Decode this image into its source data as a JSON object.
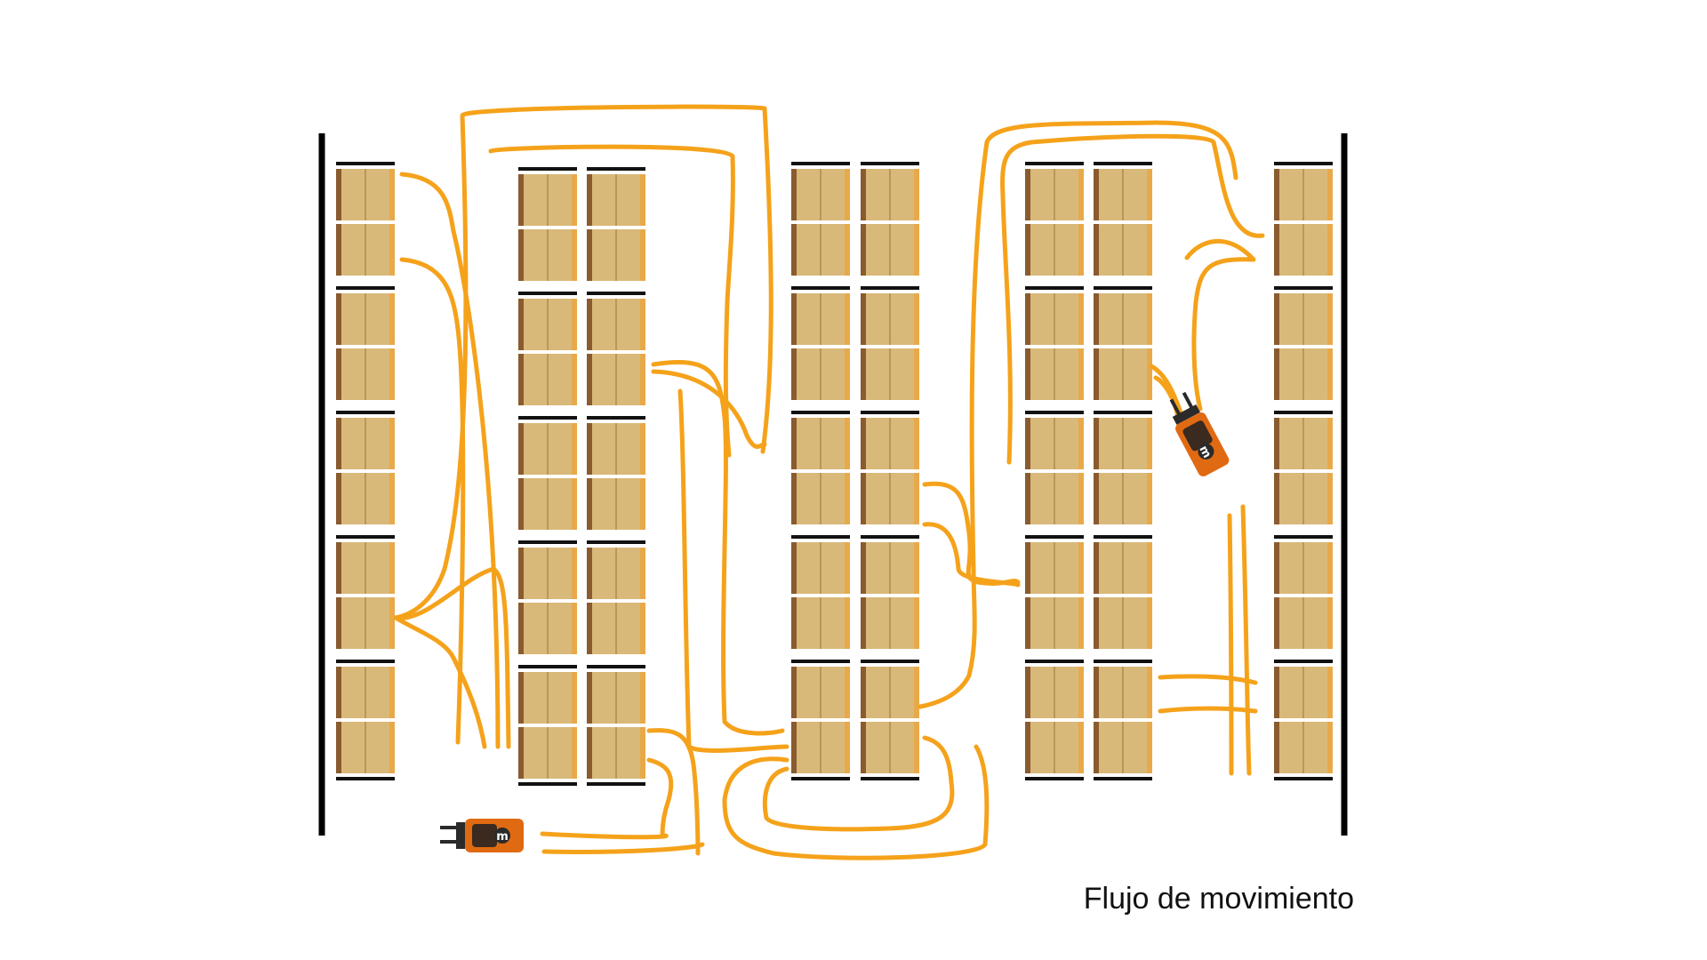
{
  "diagram": {
    "caption": "Flujo de movimiento",
    "racks": [
      {
        "id": "rack-col-1",
        "rows": 5
      },
      {
        "id": "rack-col-2",
        "rows": 5
      },
      {
        "id": "rack-col-3",
        "rows": 5
      },
      {
        "id": "rack-col-4",
        "rows": 5
      },
      {
        "id": "rack-col-5",
        "rows": 5
      },
      {
        "id": "rack-col-6",
        "rows": 5
      },
      {
        "id": "rack-col-7",
        "rows": 5
      },
      {
        "id": "rack-col-8",
        "rows": 5
      }
    ],
    "vehicles": [
      {
        "id": "forklift-bottom",
        "icon": "forklift-icon",
        "badge": "m"
      },
      {
        "id": "forklift-right",
        "icon": "forklift-icon",
        "badge": "m"
      }
    ],
    "colors": {
      "flow": "#F5A21B",
      "box": "#D9B97A",
      "box_dark": "#8A5B2E",
      "box_edge": "#E8A94A",
      "rack_bar": "#111111",
      "wall": "#000000",
      "vehicle": "#E06A12",
      "vehicle_dark": "#2A2A2A"
    }
  }
}
